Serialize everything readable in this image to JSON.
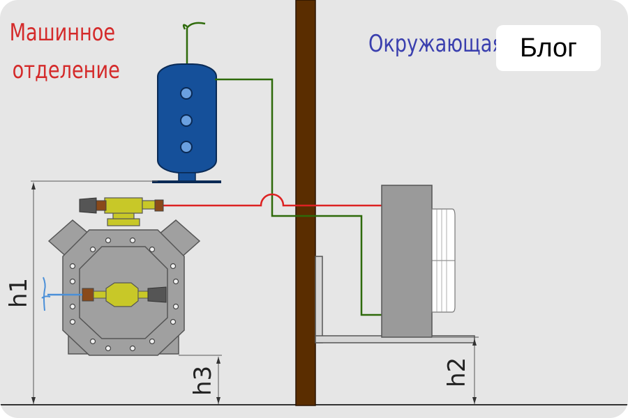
{
  "labels": {
    "machine_room_line1": "Машинное",
    "machine_room_line2": "отделение",
    "environment": "Окружающая среда"
  },
  "dimensions": {
    "h1": "h1",
    "h2": "h2",
    "h3": "h3"
  },
  "badge": {
    "label": "Блог"
  },
  "colors": {
    "background": "#e6e6e6",
    "machine_room_text": "#d42a2a",
    "environment_text": "#3a3fae",
    "wall": "#5a2d00",
    "liquid_line": "#2e6a0a",
    "discharge_line": "#dd2222",
    "receiver": "#15509a",
    "compressor": "#a0a0a0",
    "valve": "#c8c828"
  }
}
